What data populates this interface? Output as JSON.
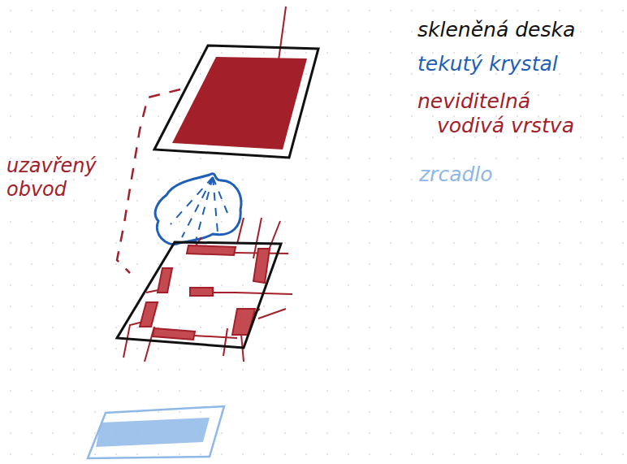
{
  "diagram": {
    "labels": [
      "uzavřený obvod"
    ],
    "legend": [
      {
        "text": "skleněná deska",
        "color": "#111111"
      },
      {
        "text": "tekutý krystal",
        "color": "#1f5fb8"
      },
      {
        "text": "neviditelná vodivá vrstva",
        "color": "#a3202a"
      },
      {
        "text": "zrcadlo",
        "color": "#8fb8e8"
      }
    ]
  }
}
